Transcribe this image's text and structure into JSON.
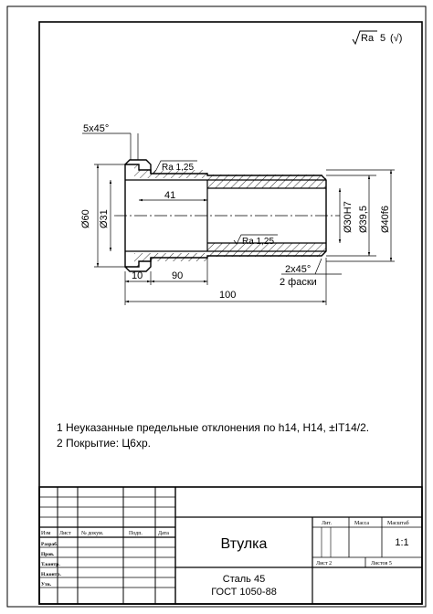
{
  "roughness": {
    "prefix": "Ra",
    "value": "5",
    "suffix": "(√)"
  },
  "drawing": {
    "chamfer_left": "5x45°",
    "rough_outer": "Ra 1,25",
    "rough_inner": "Ra 1,25",
    "dim_41": "41",
    "dim_d60": "Ø60",
    "dim_d31": "Ø31",
    "dim_d30h7": "Ø30H7",
    "dim_d39": "Ø39,5",
    "dim_d40f6": "Ø40f6",
    "dim_10": "10",
    "dim_90": "90",
    "dim_100": "100",
    "chamfer_right": "2x45°",
    "chamfer_right_count": "2 фаски"
  },
  "notes": [
    "1 Неуказанные предельные отклонения по h14, H14, ±IT14/2.",
    "2 Покрытие: Ц6хр."
  ],
  "title_block": {
    "col_headers": [
      "Изм",
      "Лист",
      "№ докум.",
      "Подп.",
      "Дата"
    ],
    "row_labels": [
      "Разраб.",
      "Пров.",
      "Т.контр.",
      "Н.контр.",
      "Утв."
    ],
    "part_name": "Втулка",
    "material_line1": "Сталь 45",
    "material_line2": "ГОСТ 1050-88",
    "lit_label": "Лит.",
    "mass_label": "Масса",
    "scale_label": "Масштаб",
    "scale_value": "1:1",
    "sheet_label": "Лист 2",
    "sheets_label": "Листов 5"
  }
}
